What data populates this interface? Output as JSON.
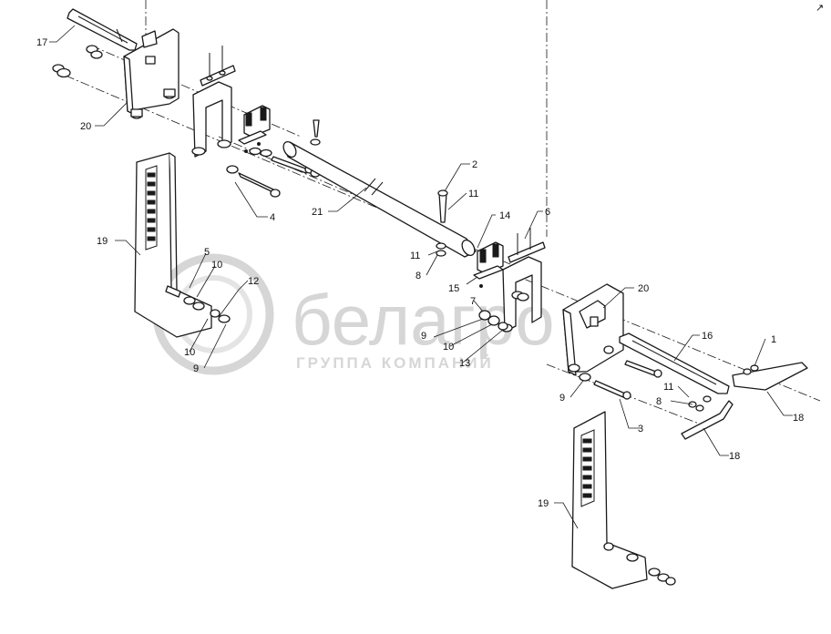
{
  "watermark": {
    "brand": "белагро",
    "subtitle": "ГРУППА КОМПАНИЙ",
    "color": "#d6d6d6"
  },
  "corner_mark": "↗",
  "callouts": {
    "c1": "1",
    "c2": "2",
    "c3": "3",
    "c4": "4",
    "c5": "5",
    "c6": "6",
    "c7": "7",
    "c8a": "8",
    "c8b": "8",
    "c9a": "9",
    "c9b": "9",
    "c9c": "9",
    "c10a": "10",
    "c10b": "10",
    "c10c": "10",
    "c11a": "11",
    "c11b": "11",
    "c11c": "11",
    "c12": "12",
    "c13": "13",
    "c14": "14",
    "c15": "15",
    "c16": "16",
    "c17": "17",
    "c18a": "18",
    "c18b": "18",
    "c19a": "19",
    "c19b": "19",
    "c20a": "20",
    "c20b": "20",
    "c21": "21"
  }
}
